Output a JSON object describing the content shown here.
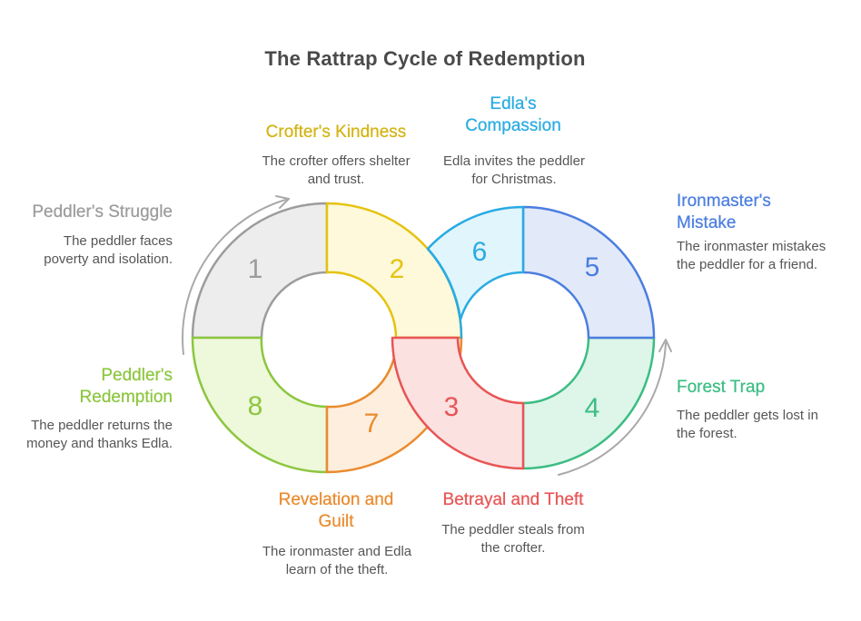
{
  "title": {
    "text": "The Rattrap Cycle of Redemption",
    "color": "#4a4a4a"
  },
  "arrow_color": "#a9a9a9",
  "steps": [
    {
      "number": "1",
      "label": "Peddler's Struggle",
      "description": "The peddler faces poverty and isolation.",
      "color": "#9c9c9c",
      "fill": "#ededed",
      "label_color": "#9c9c9c"
    },
    {
      "number": "2",
      "label": "Crofter's Kindness",
      "description": "The crofter offers shelter and trust.",
      "color": "#e5c310",
      "fill": "#fdf9da",
      "label_color": "#d3b414"
    },
    {
      "number": "3",
      "label": "Betrayal and Theft",
      "description": "The peddler steals from the crofter.",
      "color": "#e85555",
      "fill": "#fce1e1",
      "label_color": "#e85555"
    },
    {
      "number": "4",
      "label": "Forest Trap",
      "description": "The peddler gets lost in the forest.",
      "color": "#3cbd83",
      "fill": "#def5e9",
      "label_color": "#3cbd83"
    },
    {
      "number": "5",
      "label": "Ironmaster's Mistake",
      "description": "The ironmaster mistakes the peddler for a friend.",
      "color": "#4b7ee0",
      "fill": "#e2e9f8",
      "label_color": "#4b7ee0"
    },
    {
      "number": "6",
      "label": "Edla's Compassion",
      "description": "Edla invites the peddler for Christmas.",
      "color": "#29abe2",
      "fill": "#e1f5fc",
      "label_color": "#29abe2"
    },
    {
      "number": "7",
      "label": "Revelation and Guilt",
      "description": "The ironmaster and Edla learn of the theft.",
      "color": "#ea8b2e",
      "fill": "#fdeedd",
      "label_color": "#ea8b2e"
    },
    {
      "number": "8",
      "label": "Peddler's Redemption",
      "description": "The peddler returns the money and thanks Edla.",
      "color": "#8cc63f",
      "fill": "#eef8db",
      "label_color": "#8cc63f"
    }
  ]
}
